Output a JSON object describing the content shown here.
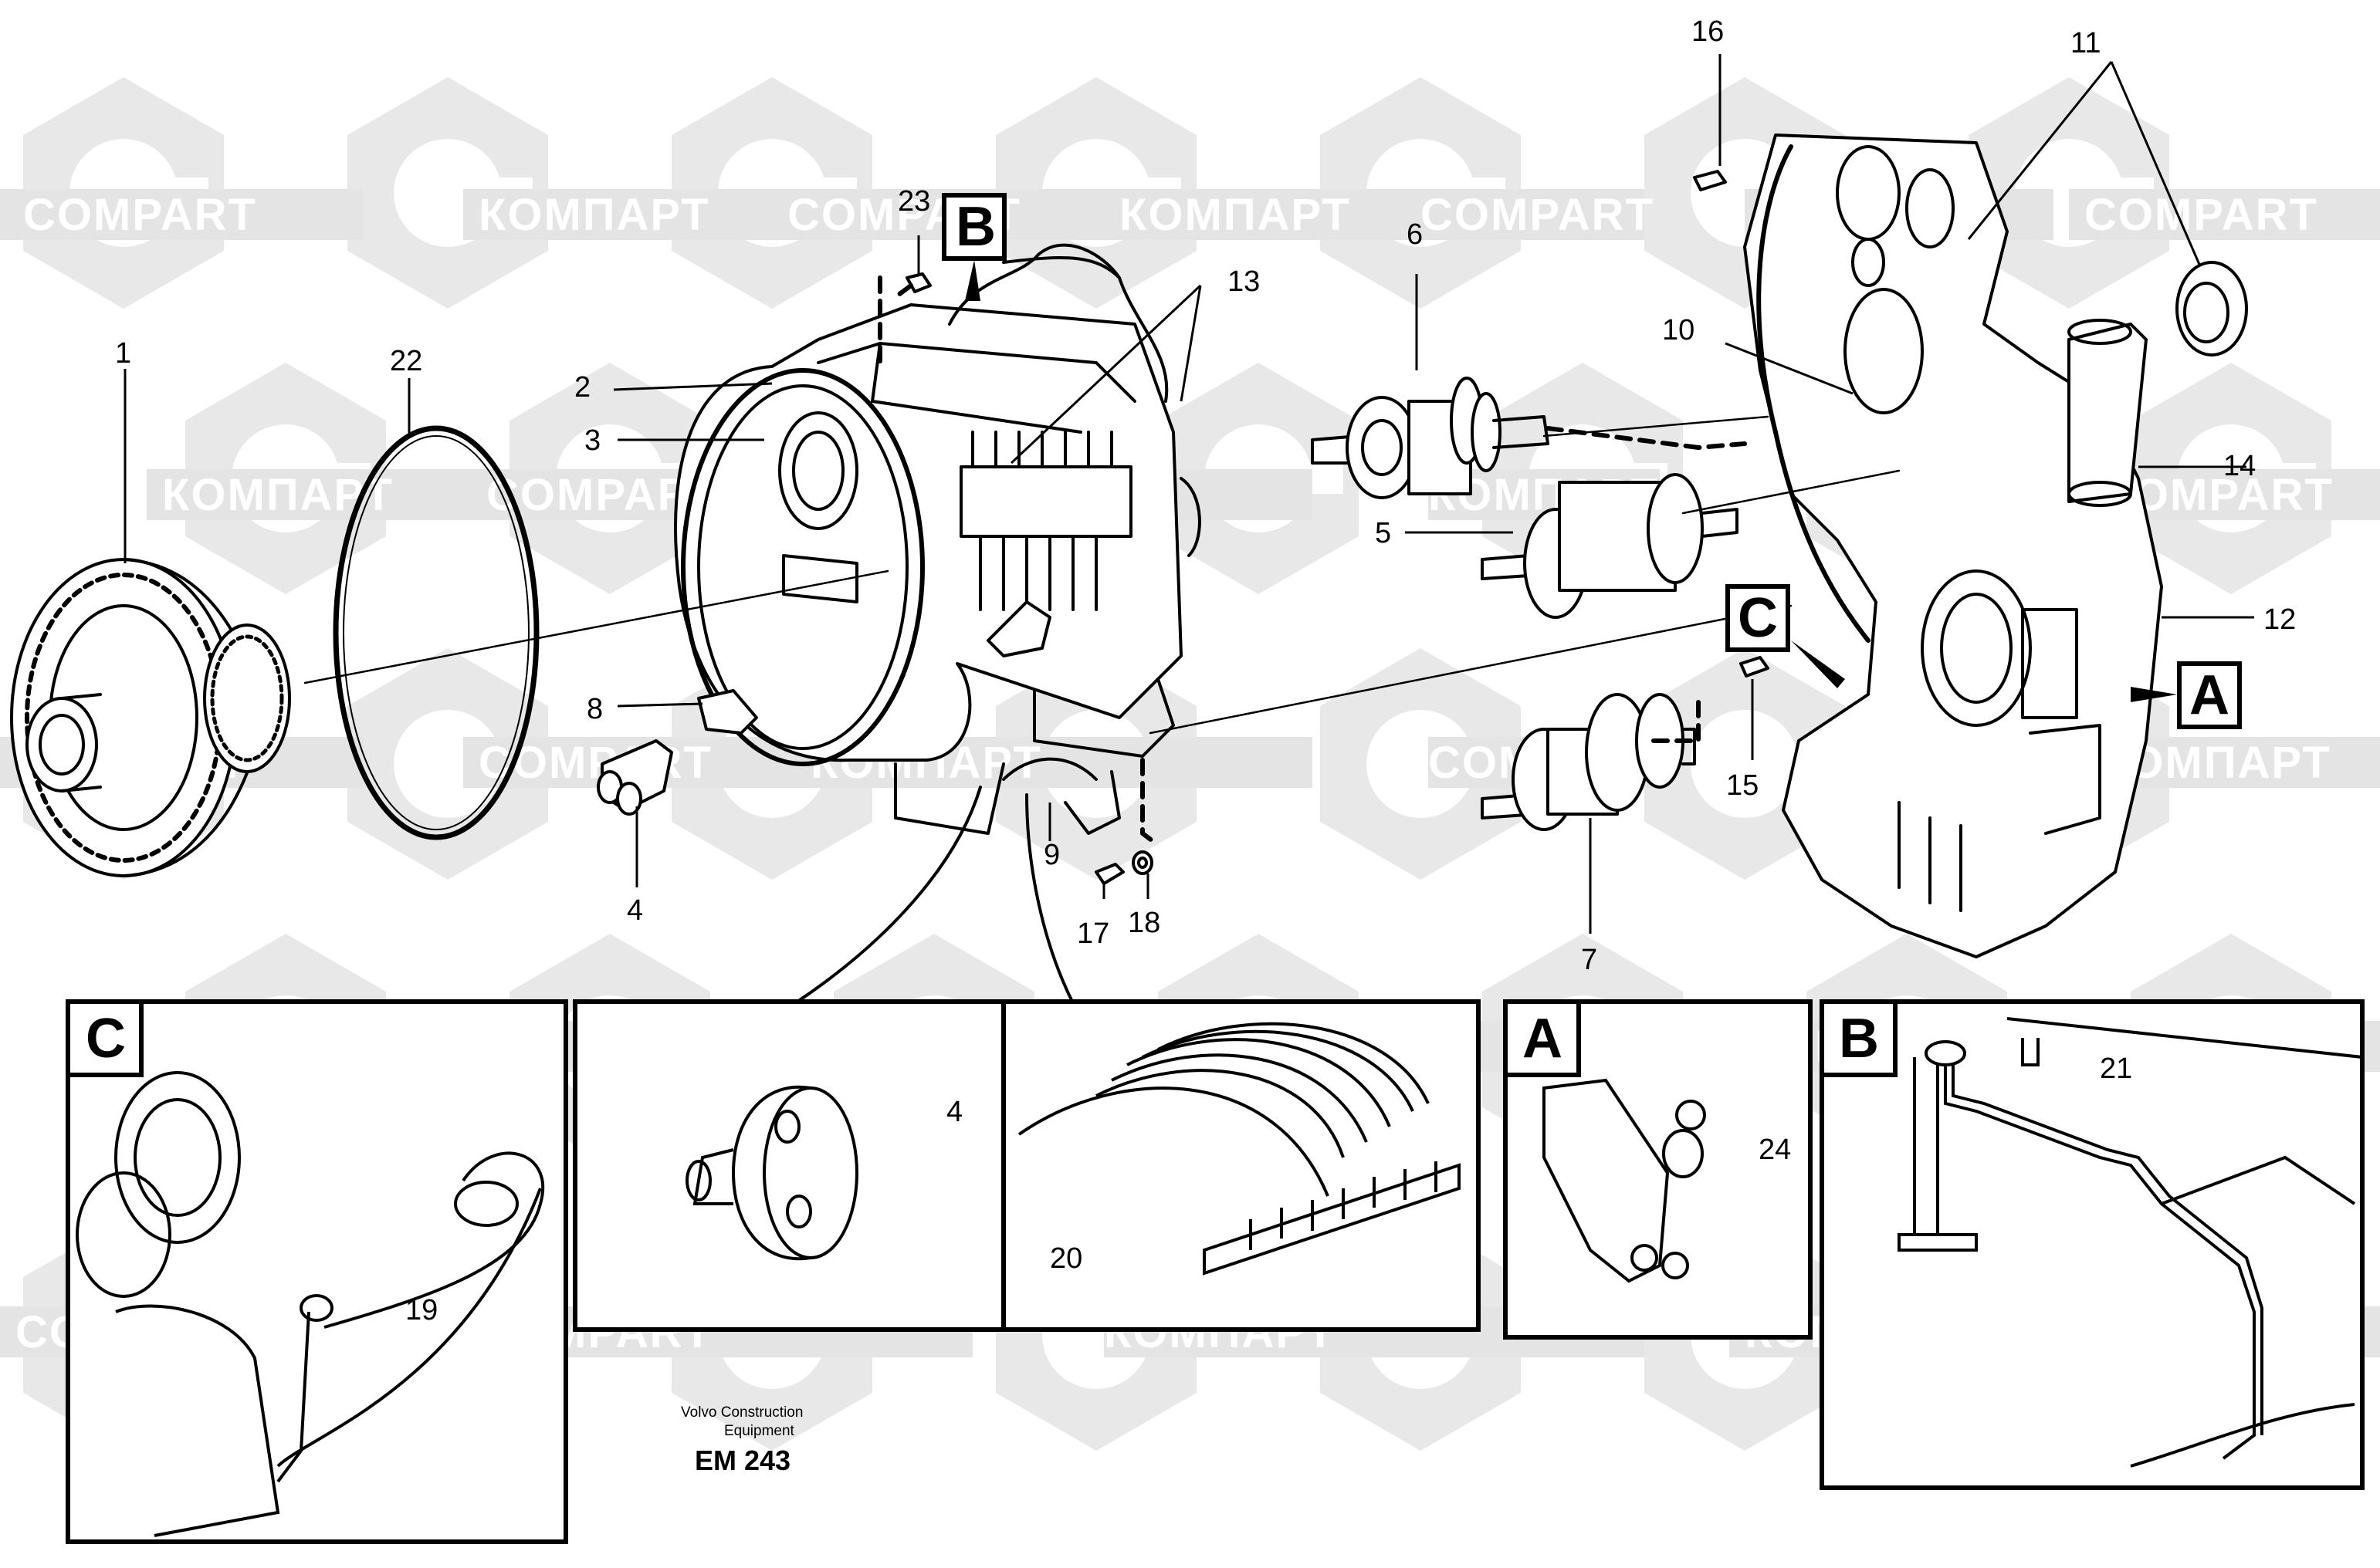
{
  "watermark": {
    "text_cyrillic": "КОМПАРТ",
    "text_latin": "COMPART",
    "color": "#e6e6e6"
  },
  "callouts": {
    "c1": "1",
    "c2": "2",
    "c3": "3",
    "c4": "4",
    "c5": "5",
    "c6": "6",
    "c7": "7",
    "c8": "8",
    "c9": "9",
    "c10": "10",
    "c11": "11",
    "c12": "12",
    "c13": "13",
    "c14": "14",
    "c15": "15",
    "c16": "16",
    "c17": "17",
    "c18": "18",
    "c19": "19",
    "c20": "20",
    "c21": "21",
    "c22": "22",
    "c23": "23",
    "c24": "24",
    "c4_detail": "4"
  },
  "view_markers": {
    "a": "A",
    "b": "B",
    "c": "C"
  },
  "footer": {
    "line1": "Volvo Construction",
    "line2": "Equipment",
    "code": "EM 243"
  }
}
